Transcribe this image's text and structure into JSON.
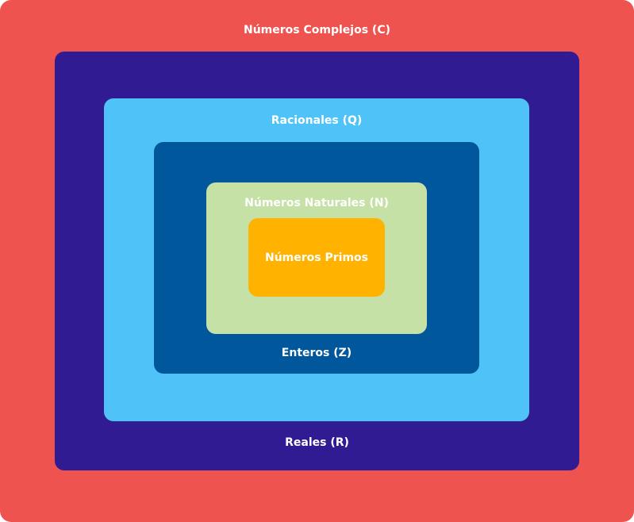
{
  "diagram": {
    "sets": {
      "complex": {
        "label": "Números Complejos (C)",
        "color": "#ef5350"
      },
      "real": {
        "label": "Reales (R)",
        "color": "#311b92"
      },
      "rational": {
        "label": "Racionales (Q)",
        "color": "#4fc3f7"
      },
      "integer": {
        "label": "Enteros (Z)",
        "color": "#01579b"
      },
      "natural": {
        "label": "Números Naturales (N)",
        "color": "#c5e1a5"
      },
      "prime": {
        "label": "Números Primos",
        "color": "#ffb300"
      }
    }
  }
}
